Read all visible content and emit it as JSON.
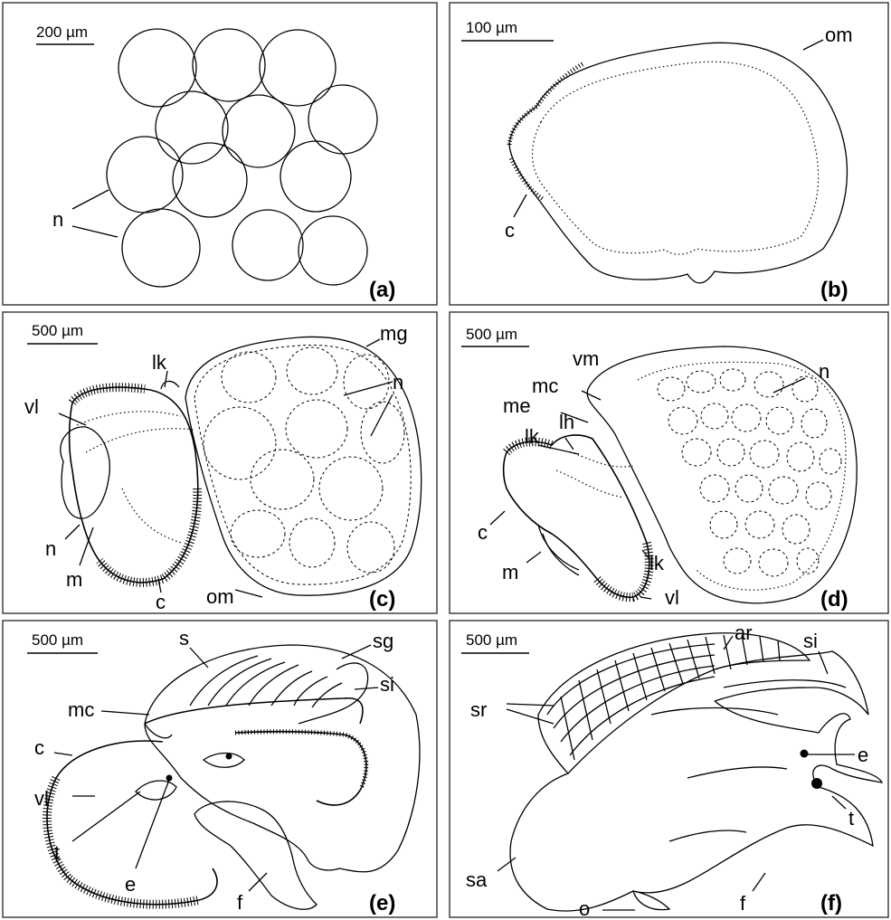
{
  "panels": [
    {
      "id": "a",
      "label": "(a)",
      "scale": "200 µm",
      "labels": {
        "n1": "n",
        "n2": ""
      }
    },
    {
      "id": "b",
      "label": "(b)",
      "scale": "100 µm",
      "labels": {
        "om": "om",
        "c": "c"
      }
    },
    {
      "id": "c",
      "label": "(c)",
      "scale": "500 µm",
      "labels": {
        "mg": "mg",
        "lk": "lk",
        "vl": "vl",
        "n": "n",
        "n2": "n",
        "m": "m",
        "c": "c",
        "om": "om"
      }
    },
    {
      "id": "d",
      "label": "(d)",
      "scale": "500 µm",
      "labels": {
        "vm": "vm",
        "n": "n",
        "mc": "mc",
        "me": "me",
        "lh": "lh",
        "lk": "lk",
        "lk2": "lk",
        "c": "c",
        "m": "m",
        "vl": "vl"
      }
    },
    {
      "id": "e",
      "label": "(e)",
      "scale": "500 µm",
      "labels": {
        "s": "s",
        "sg": "sg",
        "si": "si",
        "mc": "mc",
        "c": "c",
        "vl": "vl",
        "t": "t",
        "e": "e",
        "f": "f"
      }
    },
    {
      "id": "f",
      "label": "(f)",
      "scale": "500 µm",
      "labels": {
        "ar": "ar",
        "si": "si",
        "sr": "sr",
        "e": "e",
        "t": "t",
        "sa": "sa",
        "o": "o",
        "f": "f"
      }
    }
  ]
}
